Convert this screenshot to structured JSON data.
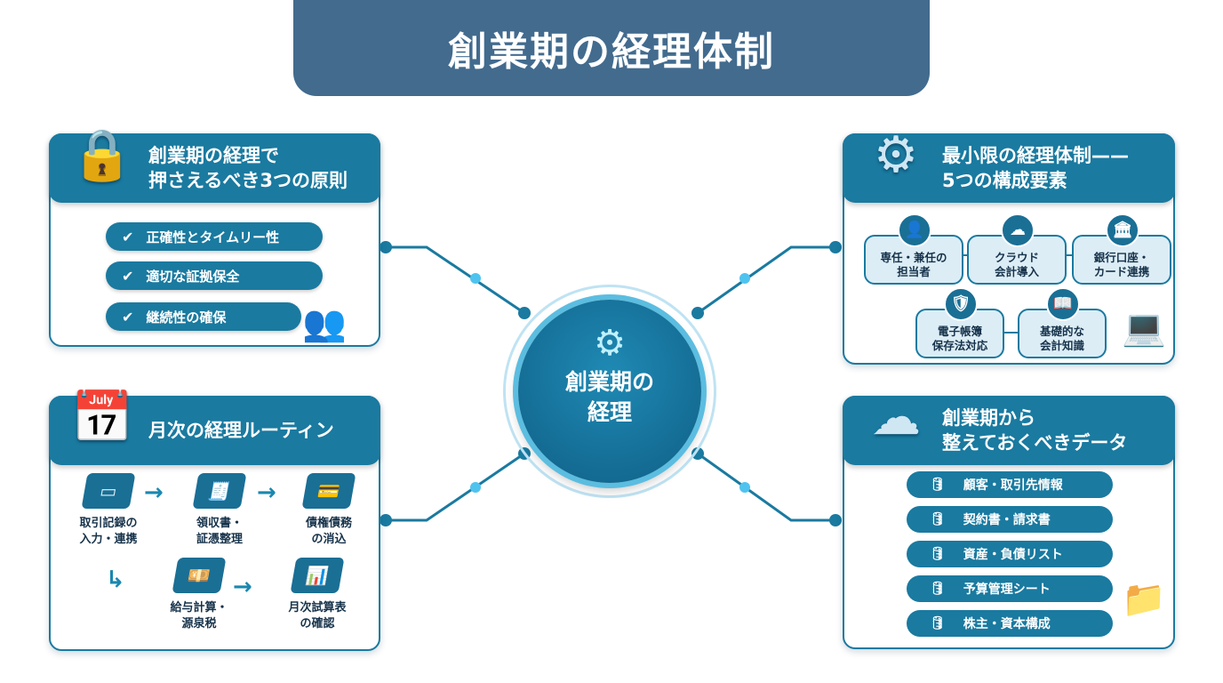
{
  "title": "創業期の経理体制",
  "center": {
    "label_line1": "創業期の",
    "label_line2": "経理",
    "icon": "gear-chart-icon"
  },
  "principles": {
    "title_line1": "創業期の経理で",
    "title_line2": "押さえるべき3つの原則",
    "icon": "lock-check-icon",
    "items": [
      "正確性とタイムリー性",
      "適切な証拠保全",
      "継続性の確保"
    ]
  },
  "routine": {
    "title": "月次の経理ルーティン",
    "icon": "calendar-clock-icon",
    "steps": [
      {
        "l1": "取引記録の",
        "l2": "入力・連携"
      },
      {
        "l1": "領収書・",
        "l2": "証憑整理"
      },
      {
        "l1": "債権債務",
        "l2": "の消込"
      },
      {
        "l1": "給与計算・",
        "l2": "源泉税"
      },
      {
        "l1": "月次試算表",
        "l2": "の確認"
      }
    ]
  },
  "structure": {
    "title_line1": "最小限の経理体制——",
    "title_line2": "5つの構成要素",
    "icon": "gear-wrench-icon",
    "elements": [
      {
        "l1": "専任・兼任の",
        "l2": "担当者"
      },
      {
        "l1": "クラウド",
        "l2": "会計導入"
      },
      {
        "l1": "銀行口座・",
        "l2": "カード連携"
      },
      {
        "l1": "電子帳簿",
        "l2": "保存法対応"
      },
      {
        "l1": "基礎的な",
        "l2": "会計知識"
      }
    ]
  },
  "data_prep": {
    "title_line1": "創業期から",
    "title_line2": "整えておくべきデータ",
    "icon": "cloud-database-icon",
    "items": [
      "顧客・取引先情報",
      "契約書・請求書",
      "資産・負債リスト",
      "予算管理シート",
      "株主・資本構成"
    ]
  },
  "colors": {
    "primary": "#1a7aa0",
    "title_bg": "#426b8e",
    "accent": "#5bbde0"
  }
}
